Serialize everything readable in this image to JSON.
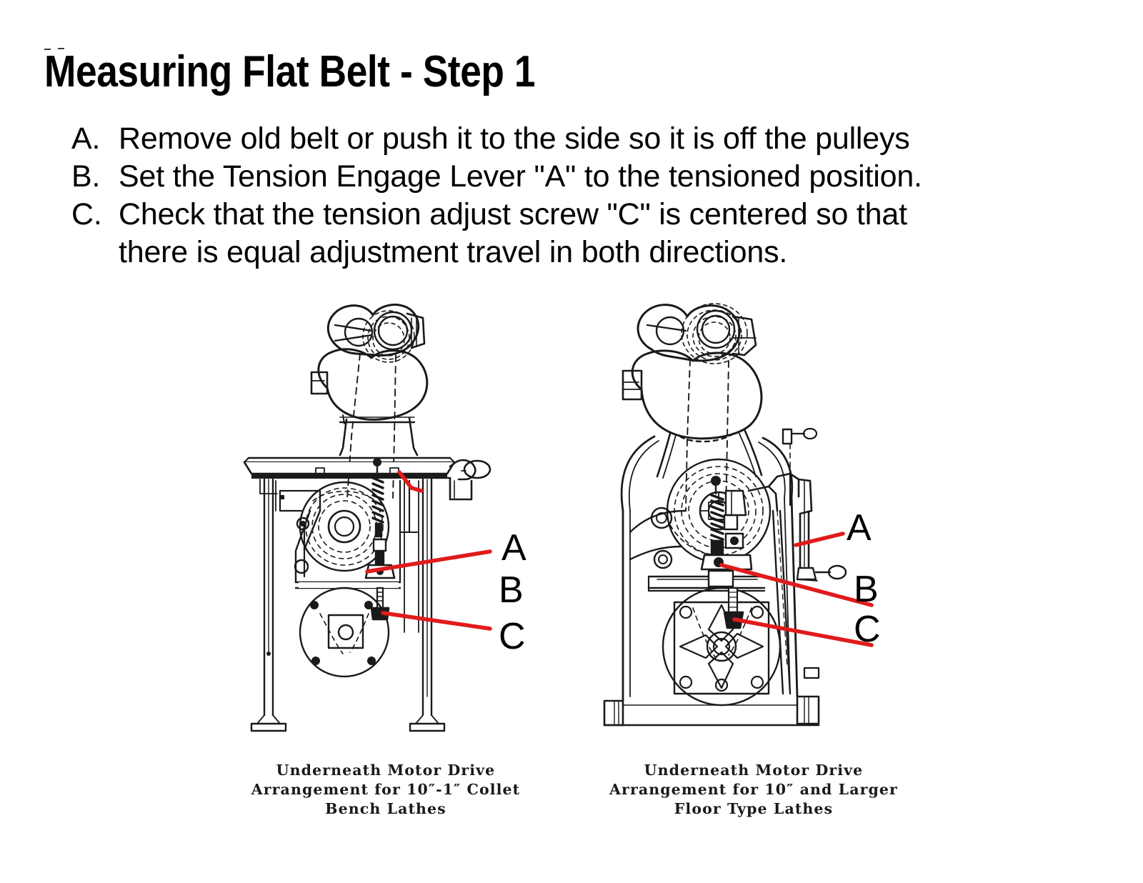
{
  "slide": {
    "title": "Measuring Flat Belt -  Step 1",
    "background_color": "#ffffff",
    "ink_color": "#000000",
    "callout_color": "#e01b1b"
  },
  "instructions": [
    {
      "marker": "A.",
      "lines": [
        "Remove old belt or push it to the side so it is off the pulleys"
      ]
    },
    {
      "marker": "B.",
      "lines": [
        "Set the Tension Engage Lever \"A\" to the tensioned position."
      ]
    },
    {
      "marker": "C.",
      "lines": [
        "Check that the tension adjust screw \"C\" is centered so that",
        "there is equal adjustment travel in both directions."
      ]
    }
  ],
  "figures": [
    {
      "id": "left",
      "name": "bench-lathe-underneath-motor-drive",
      "caption": [
        "Underneath Motor Drive",
        "Arrangement for 10″-1″ Collet",
        "Bench Lathes"
      ],
      "callouts": [
        {
          "label": "A",
          "target": "tension-engage-lever"
        },
        {
          "label": "B",
          "target": "tension-engage-lever-pivot"
        },
        {
          "label": "C",
          "target": "tension-adjust-screw"
        }
      ]
    },
    {
      "id": "right",
      "name": "floor-lathe-underneath-motor-drive",
      "caption": [
        "Underneath Motor Drive",
        "Arrangement for 10″ and Larger",
        "Floor Type Lathes"
      ],
      "callouts": [
        {
          "label": "A",
          "target": "tension-engage-lever"
        },
        {
          "label": "B",
          "target": "tension-engage-lever-pivot"
        },
        {
          "label": "C",
          "target": "tension-adjust-screw"
        }
      ]
    }
  ]
}
